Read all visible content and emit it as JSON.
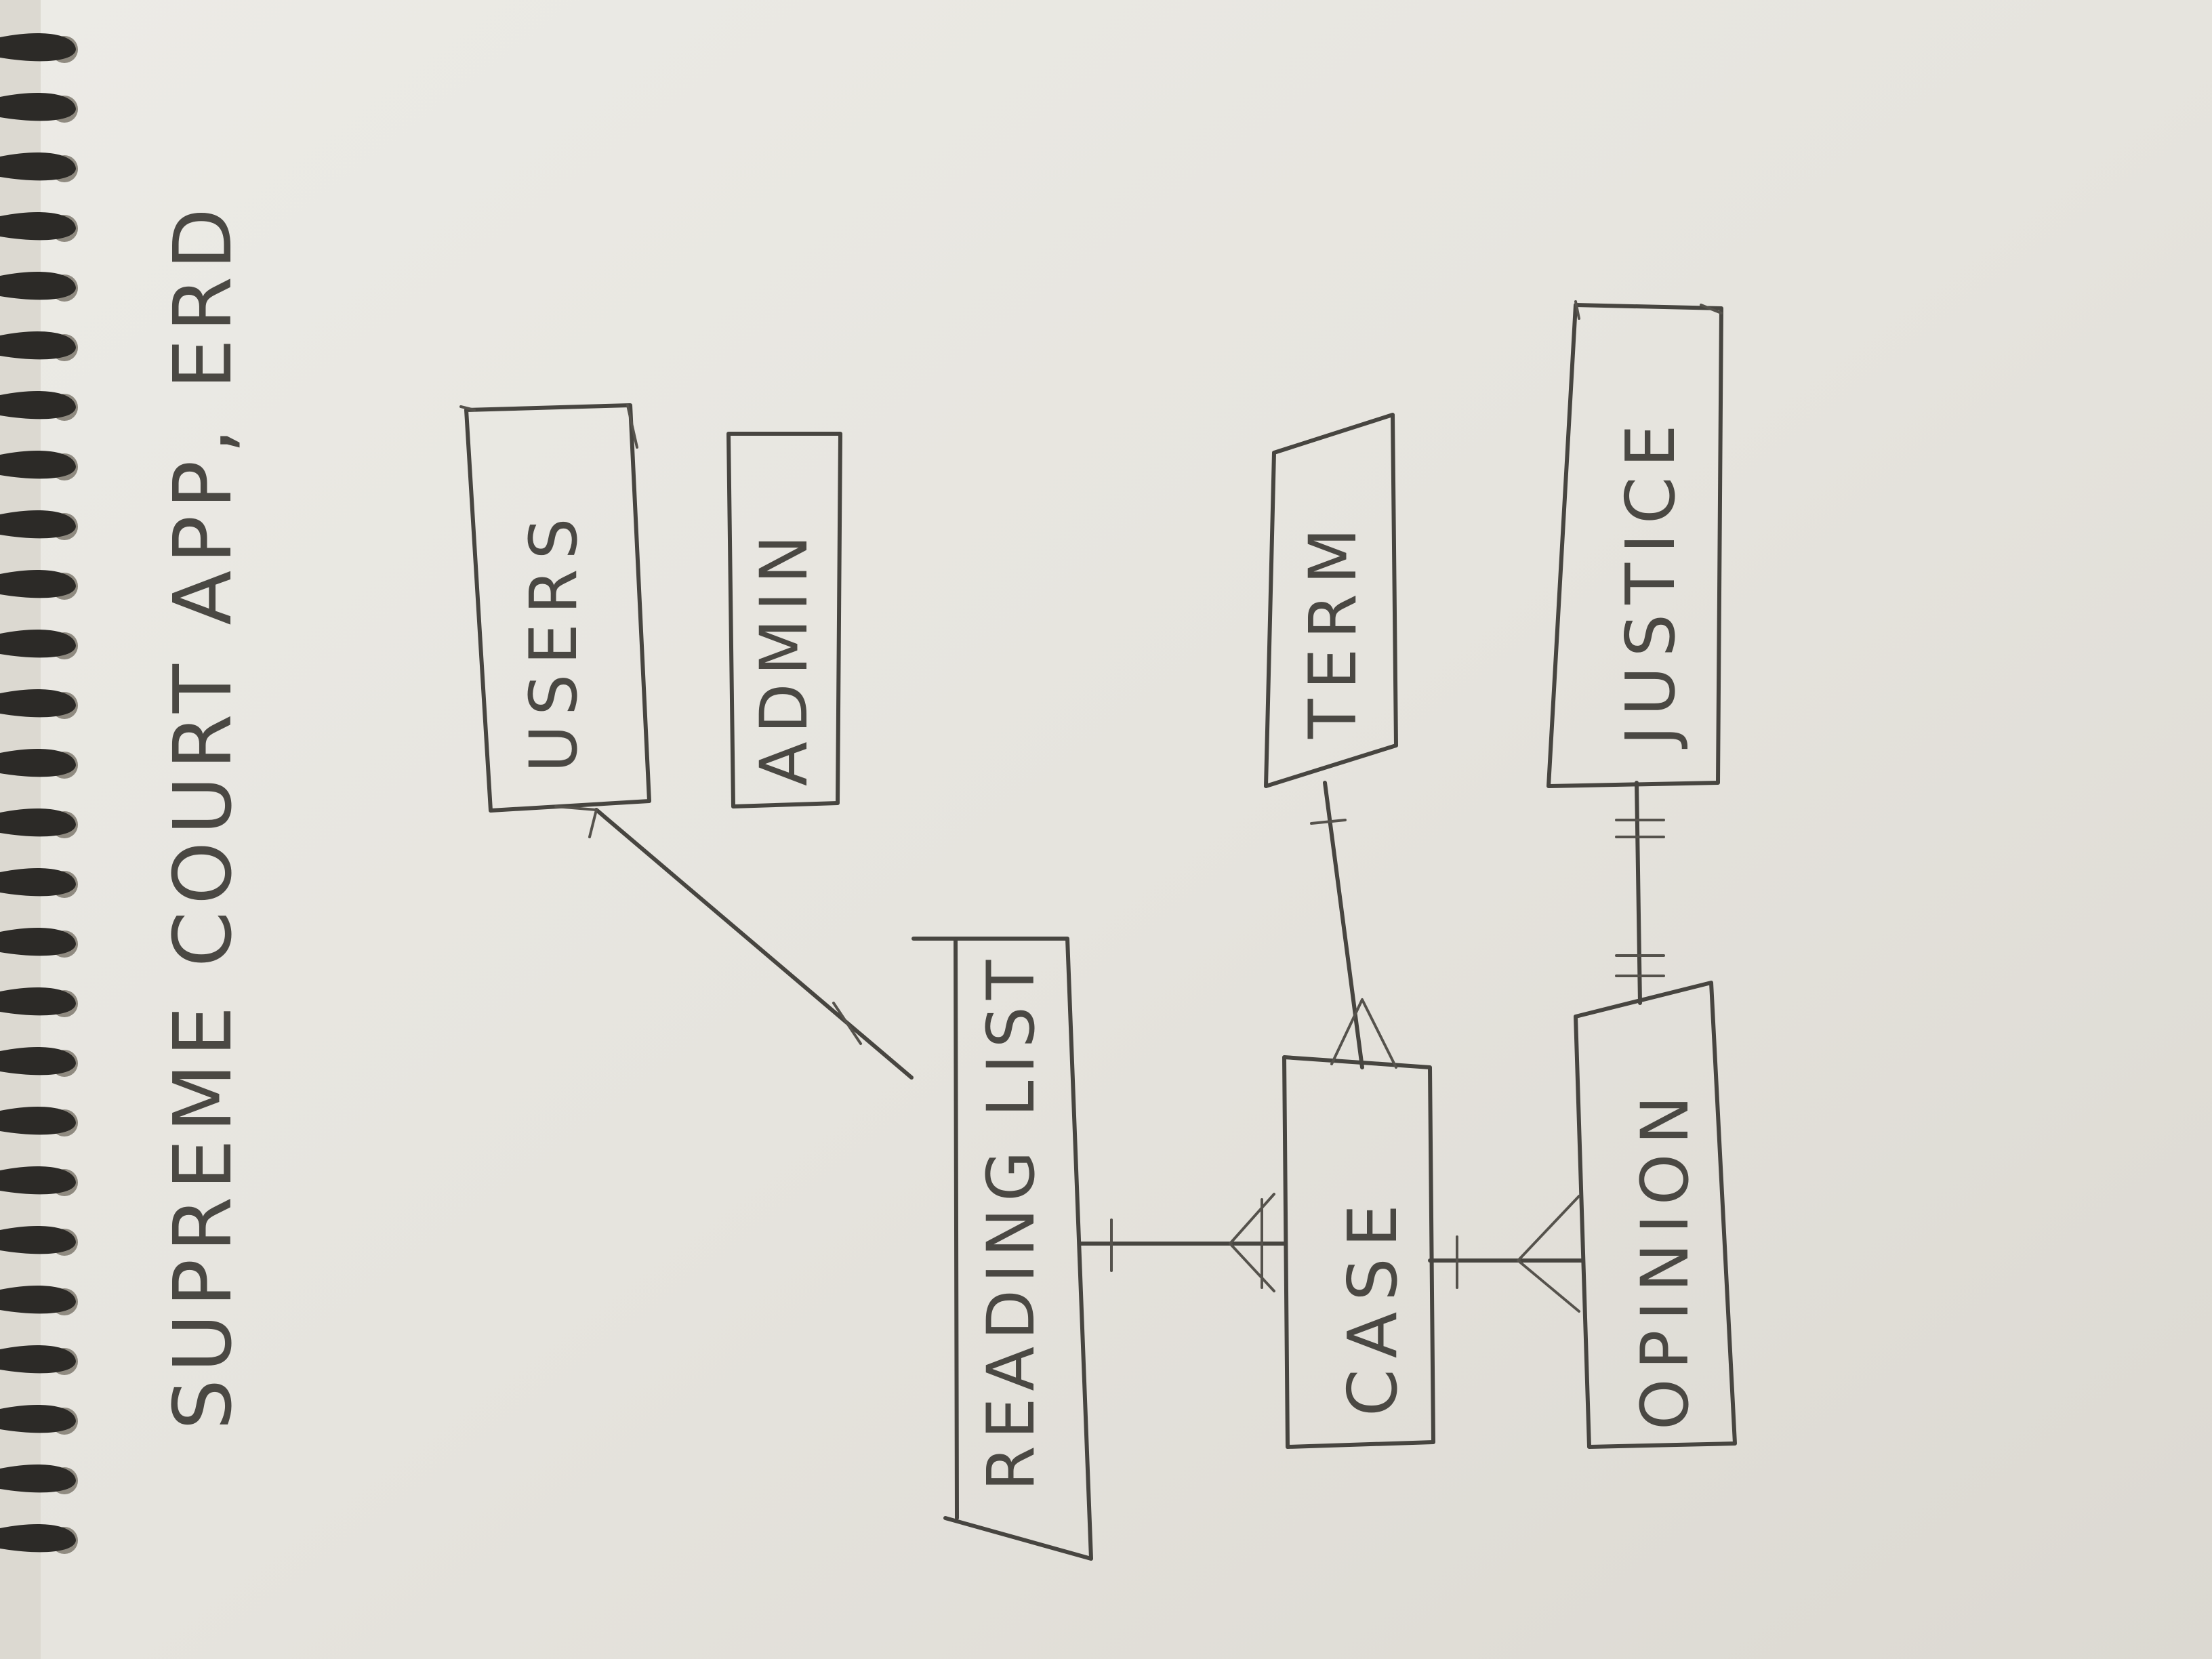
{
  "title": "SUPREME COURT APP, ERD",
  "entities": {
    "users": "USERS",
    "admin": "ADMIN",
    "reading_list": "READING LIST",
    "term": "TERM",
    "case": "CASE",
    "justice": "JUSTICE",
    "opinion": "OPINION"
  },
  "relationships": [
    {
      "from": "USERS",
      "to": "READING LIST"
    },
    {
      "from": "READING LIST",
      "to": "CASE"
    },
    {
      "from": "TERM",
      "to": "CASE"
    },
    {
      "from": "CASE",
      "to": "OPINION"
    },
    {
      "from": "JUSTICE",
      "to": "OPINION"
    }
  ]
}
